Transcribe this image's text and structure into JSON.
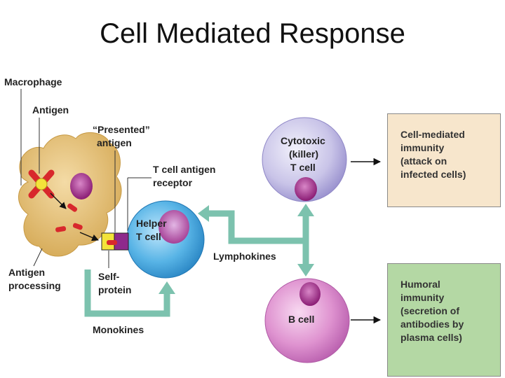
{
  "title": "Cell Mediated Response",
  "labels": {
    "macrophage": "Macrophage",
    "antigen": "Antigen",
    "presented_1": "“Presented”",
    "presented_2": "antigen",
    "tcr_1": "T cell antigen",
    "tcr_2": "receptor",
    "helper_1": "Helper",
    "helper_2": "T cell",
    "lymphokines": "Lymphokines",
    "antigen_processing_1": "Antigen",
    "antigen_processing_2": "processing",
    "self_protein_1": "Self-",
    "self_protein_2": "protein",
    "monokines": "Monokines",
    "cytotoxic_1": "Cytotoxic",
    "cytotoxic_2": "(killer)",
    "cytotoxic_3": "T cell",
    "b_cell": "B cell"
  },
  "boxes": {
    "cell_mediated": [
      "Cell-mediated",
      "immunity",
      "(attack on",
      "infected cells)"
    ],
    "humoral": [
      "Humoral",
      "immunity",
      "(secretion of",
      "antibodies by",
      "plasma cells)"
    ]
  },
  "colors": {
    "cell_mediated_box": "#f7e6cc",
    "humoral_box": "#b4d8a4",
    "arrow_teal": "#7cc2ae",
    "helper_cell": "#4aa7dc",
    "cytotoxic_cell": "#c7c3e6",
    "b_cell": "#dc8fcf",
    "macrophage": "#e2bd6f",
    "antigen_red": "#d8282c"
  }
}
